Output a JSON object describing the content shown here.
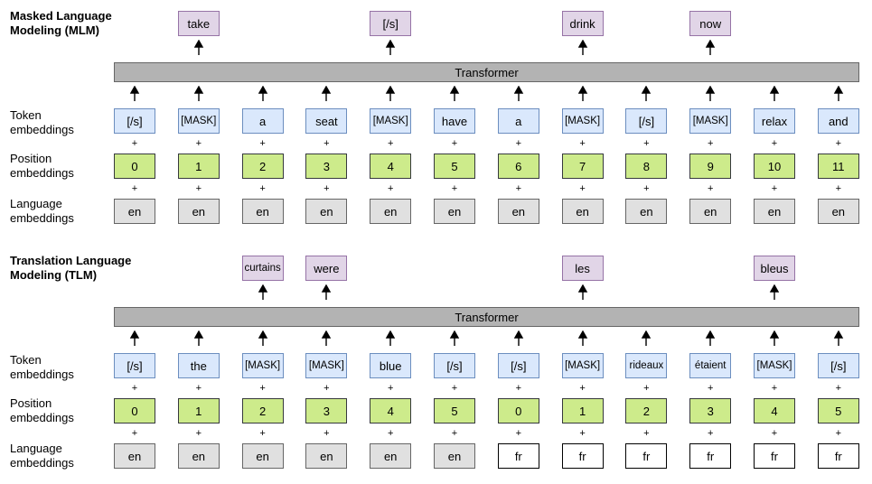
{
  "sections": [
    {
      "id": "mlm",
      "title": "Masked Language\nModeling (MLM)",
      "transformer": "Transformer",
      "row_labels": {
        "token": "Token\nembeddings",
        "position": "Position\nembeddings",
        "language": "Language\nembeddings"
      },
      "outputs": [
        {
          "col": 1,
          "text": "take"
        },
        {
          "col": 4,
          "text": "[/s]"
        },
        {
          "col": 7,
          "text": "drink"
        },
        {
          "col": 9,
          "text": "now"
        }
      ],
      "tokens": [
        "[/s]",
        "[MASK]",
        "a",
        "seat",
        "[MASK]",
        "have",
        "a",
        "[MASK]",
        "[/s]",
        "[MASK]",
        "relax",
        "and"
      ],
      "positions": [
        "0",
        "1",
        "2",
        "3",
        "4",
        "5",
        "6",
        "7",
        "8",
        "9",
        "10",
        "11"
      ],
      "languages": [
        "en",
        "en",
        "en",
        "en",
        "en",
        "en",
        "en",
        "en",
        "en",
        "en",
        "en",
        "en"
      ]
    },
    {
      "id": "tlm",
      "title": "Translation Language\nModeling (TLM)",
      "transformer": "Transformer",
      "row_labels": {
        "token": "Token\nembeddings",
        "position": "Position\nembeddings",
        "language": "Language\nembeddings"
      },
      "outputs": [
        {
          "col": 2,
          "text": "curtains"
        },
        {
          "col": 3,
          "text": "were"
        },
        {
          "col": 7,
          "text": "les"
        },
        {
          "col": 10,
          "text": "bleus"
        }
      ],
      "tokens": [
        "[/s]",
        "the",
        "[MASK]",
        "[MASK]",
        "blue",
        "[/s]",
        "[/s]",
        "[MASK]",
        "rideaux",
        "étaient",
        "[MASK]",
        "[/s]"
      ],
      "positions": [
        "0",
        "1",
        "2",
        "3",
        "4",
        "5",
        "0",
        "1",
        "2",
        "3",
        "4",
        "5"
      ],
      "languages": [
        "en",
        "en",
        "en",
        "en",
        "en",
        "en",
        "fr",
        "fr",
        "fr",
        "fr",
        "fr",
        "fr"
      ]
    }
  ],
  "plus_symbol": "+",
  "colors": {
    "output": "#e1d5e7",
    "token": "#dae8fc",
    "position": "#cdeb8b",
    "language_en": "#e0e0e0",
    "language_fr": "#ffffff",
    "transformer": "#b3b3b3"
  }
}
